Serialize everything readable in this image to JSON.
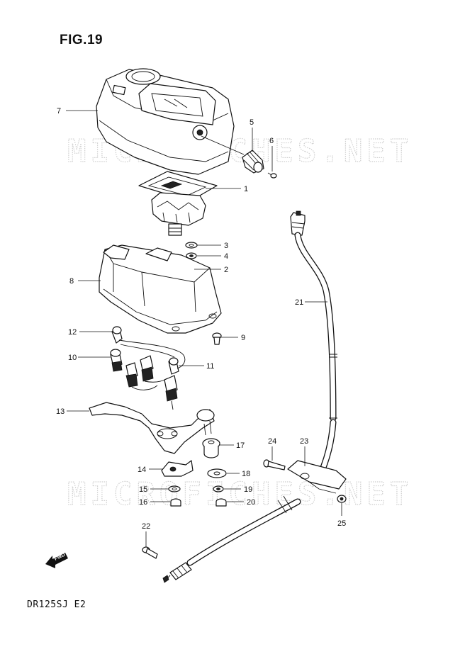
{
  "figure": {
    "title": "FIG.19",
    "model_code": "DR125SJ  E2",
    "watermark": "MICROFICHES.NET",
    "fwd_label": "FWD"
  },
  "callouts": [
    "1",
    "2",
    "3",
    "4",
    "5",
    "6",
    "7",
    "8",
    "9",
    "10",
    "11",
    "12",
    "13",
    "14",
    "15",
    "16",
    "17",
    "18",
    "19",
    "20",
    "21",
    "22",
    "23",
    "24",
    "25"
  ]
}
